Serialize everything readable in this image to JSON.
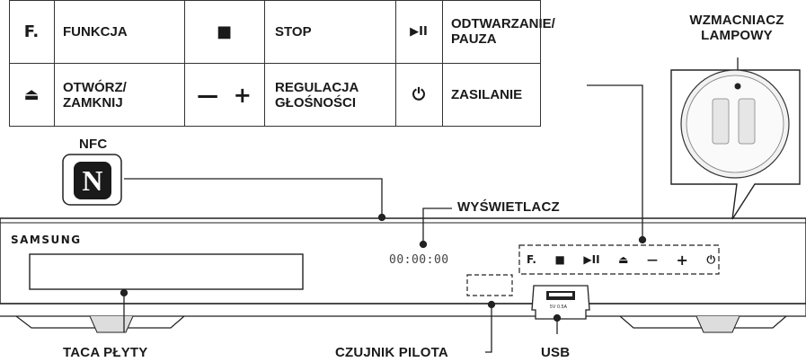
{
  "legend": {
    "row1": [
      {
        "icon": "F.",
        "label": "FUNKCJA"
      },
      {
        "icon": "■",
        "label": "STOP"
      },
      {
        "icon": "▶II",
        "label": "ODTWARZANIE/\nPAUZA"
      }
    ],
    "row2": [
      {
        "icon": "⏏",
        "label": "OTWÓRZ/\nZAMKNIJ"
      },
      {
        "icon": "—  +",
        "label": "REGULACJA\nGŁOŚNOŚCI"
      },
      {
        "icon": "⏻",
        "label": "ZASILANIE"
      }
    ]
  },
  "callouts": {
    "amplifier": "WZMACNIACZ\nLAMPOWY",
    "nfc": "NFC",
    "display": "WYŚWIETLACZ",
    "disc_tray": "TACA PŁYTY",
    "remote_sensor": "CZUJNIK PILOTA",
    "usb": "USB"
  },
  "device": {
    "brand": "SAMSUNG",
    "display_readout": "00:00:00",
    "panel_buttons": [
      "F.",
      "■",
      "▶II",
      "⏏",
      "—",
      "+",
      "⏻"
    ],
    "usb_port_label": "5V 0.5A",
    "nfc_logo": "N"
  }
}
